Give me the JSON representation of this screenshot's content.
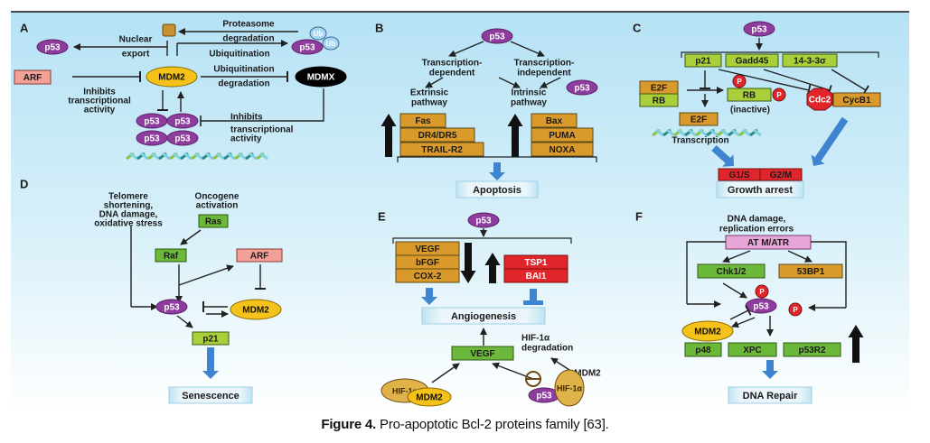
{
  "figure": {
    "caption_label": "Figure 4.",
    "caption_text": " Pro-apoptotic Bcl-2 proteins family [63]."
  },
  "colors": {
    "bg_top": "#b8e4f4",
    "bg_bottom": "#ffffff",
    "p53": "#8e3d9e",
    "mdm2": "#f5c21a",
    "orange_box": "#d99a2b",
    "green_box": "#6cb83a",
    "lime_box": "#a9cf3b",
    "red_box": "#e0262b",
    "pink_box": "#f3a099",
    "lilac_box": "#e6a7d8",
    "outcome_box": "#d7eef8",
    "blue_arrow": "#3f84d1"
  },
  "panels": {
    "A": {
      "letter": "A",
      "p53": "p53",
      "nuclear_export": [
        "Nuclear",
        "export"
      ],
      "proteasome": [
        "Proteasome",
        "degradation"
      ],
      "ub": "Ub",
      "ubiquitination_top": "Ubiquitination",
      "arf": "ARF",
      "mdm2": "MDM2",
      "mdmx": "MDMX",
      "ubiq_degradation": [
        "Ubiquitination",
        "degradation"
      ],
      "inhibits_left": [
        "Inhibits",
        "transcriptional",
        "activity"
      ],
      "inhibits_right": [
        "Inhibits",
        "transcriptional",
        "activity"
      ]
    },
    "B": {
      "letter": "B",
      "p53": "p53",
      "dependent": [
        "Transcription-",
        "dependent"
      ],
      "independent": [
        "Transcription-",
        "independent"
      ],
      "extrinsic": [
        "Extrinsic",
        "pathway"
      ],
      "intrinsic": [
        "Intrinsic",
        "pathway"
      ],
      "extrinsic_genes": [
        "Fas",
        "DR4/DR5",
        "TRAIL-R2"
      ],
      "intrinsic_genes": [
        "Bax",
        "PUMA",
        "NOXA"
      ],
      "outcome": "Apoptosis"
    },
    "C": {
      "letter": "C",
      "p53": "p53",
      "targets": [
        "p21",
        "Gadd45",
        "14-3-3σ"
      ],
      "e2f": "E2F",
      "rb": "RB",
      "rb_inactive": "(inactive)",
      "phospho": "P",
      "cdc2": "Cdc2",
      "cycb1": "CycB1",
      "transcription": "Transcription",
      "phases": [
        "G1/S",
        "G2/M"
      ],
      "outcome": "Growth arrest"
    },
    "D": {
      "letter": "D",
      "stress": [
        "Telomere",
        "shortening,",
        "DNA damage,",
        "oxidative stress"
      ],
      "oncogene": [
        "Oncogene",
        "activation"
      ],
      "ras": "Ras",
      "raf": "Raf",
      "arf": "ARF",
      "p53": "p53",
      "mdm2": "MDM2",
      "p21": "p21",
      "outcome": "Senescence"
    },
    "E": {
      "letter": "E",
      "p53": "p53",
      "pro_genes": [
        "VEGF",
        "bFGF",
        "COX-2"
      ],
      "anti_genes": [
        "TSP1",
        "BAI1"
      ],
      "outcome": "Angiogenesis",
      "vegf": "VEGF",
      "hif": "HIF-1α",
      "hif_degradation": [
        "HIF-1α",
        "degradation"
      ],
      "mdm2": "MDM2"
    },
    "F": {
      "letter": "F",
      "damage": [
        "DNA damage,",
        "replication errors"
      ],
      "atm": "AT M/ATR",
      "chk": "Chk1/2",
      "bp1": "53BP1",
      "p53": "p53",
      "phospho": "P",
      "mdm2": "MDM2",
      "repair_genes": [
        "p48",
        "XPC",
        "p53R2"
      ],
      "outcome": "DNA Repair"
    }
  }
}
